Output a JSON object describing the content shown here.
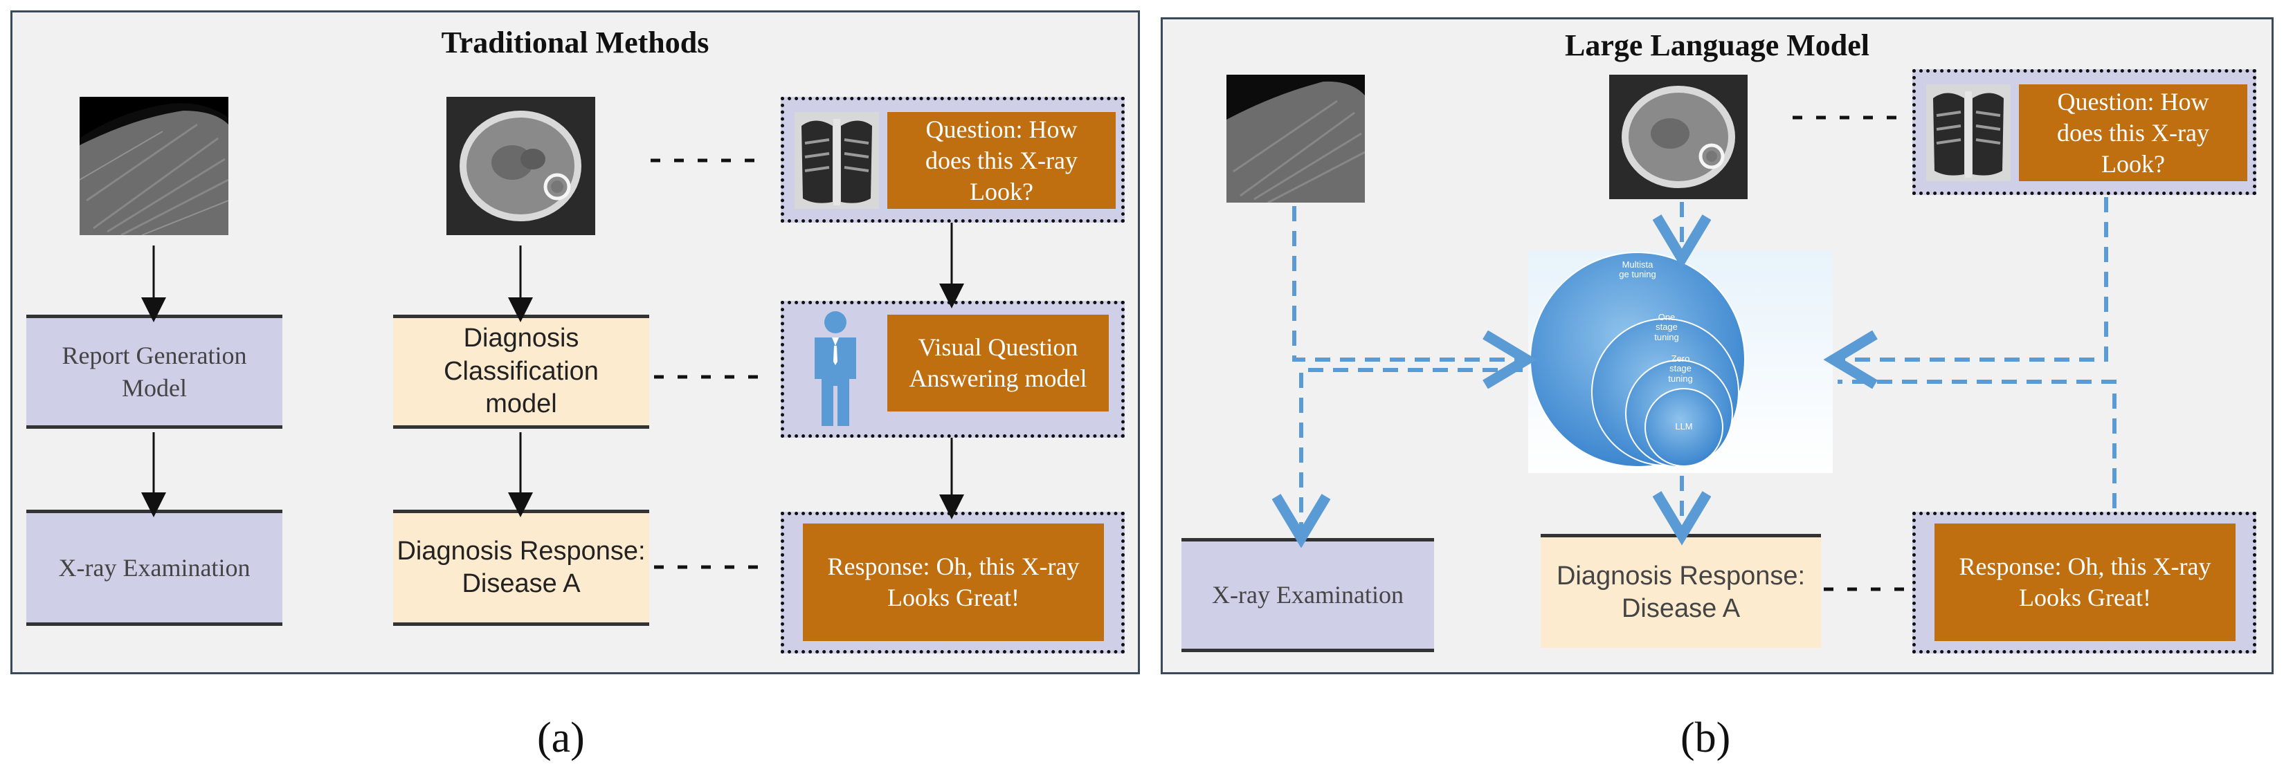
{
  "panel_a": {
    "title": "Traditional Methods",
    "report_generation": "Report Generation Model",
    "xray_examination": "X-ray Examination",
    "diagnosis_classification": "Diagnosis Classification model",
    "diagnosis_response": "Diagnosis Response: Disease A",
    "question": "Question: How does this X-ray Look?",
    "vqa_model": "Visual Question Answering model",
    "response": "Response: Oh, this X-ray Looks Great!"
  },
  "panel_b": {
    "title": "Large Language Model",
    "xray_examination": "X-ray Examination",
    "diagnosis_response": "Diagnosis Response: Disease A",
    "question": "Question: How does this X-ray Look?",
    "response": "Response: Oh, this X-ray Looks Great!",
    "circles": {
      "multistage": "Multista ge tuning",
      "one_stage": "One stage tuning",
      "zero_stage": "Zero stage tuning",
      "llm": "LLM"
    }
  },
  "captions": {
    "a": "(a)",
    "b": "(b)"
  },
  "colors": {
    "panel_bg": "#f1f1f1",
    "purple_box": "#cfcfe8",
    "cream_box": "#fdebcf",
    "orange_box": "#c06f10",
    "blue_arrow": "#5b9bd5"
  }
}
